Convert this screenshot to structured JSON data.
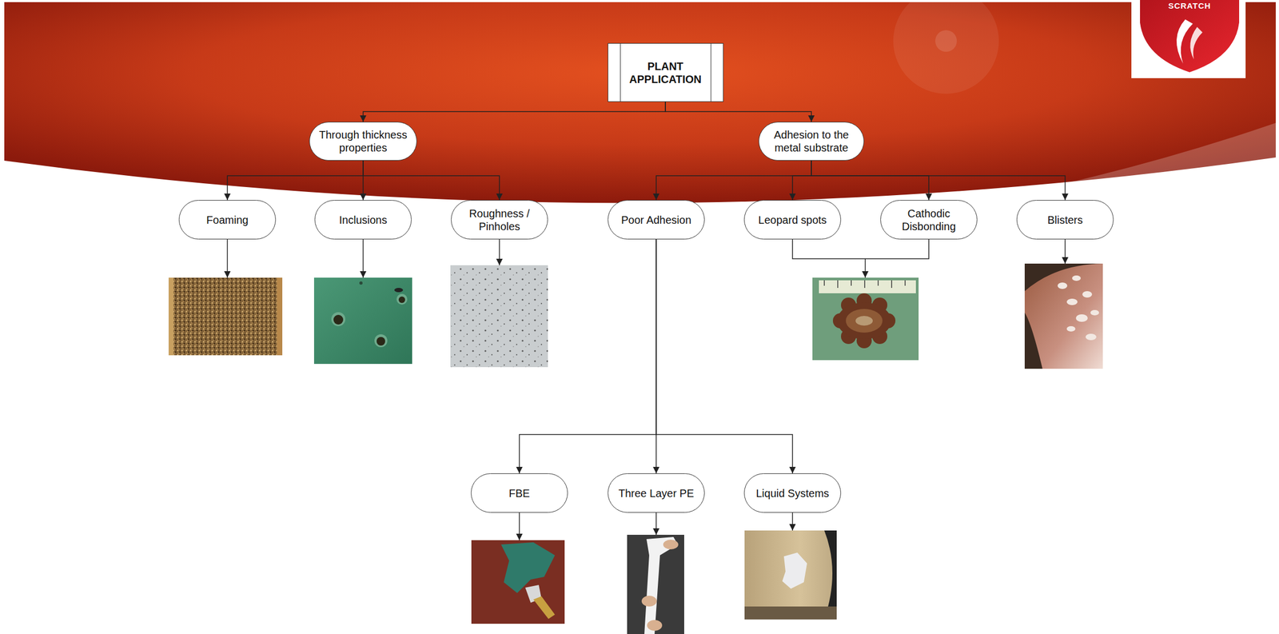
{
  "diagram": {
    "nodes": [
      {
        "text": [
          "PLANT APPLICATION"
        ]
      },
      {
        "text": [
          "Through thickness properties"
        ]
      },
      {
        "text": [
          "Adhesion to the metal substrate"
        ]
      },
      {
        "text": [
          "Foaming"
        ]
      },
      {
        "text": [
          "Inclusions"
        ]
      },
      {
        "text": [
          "Roughness / Pinholes"
        ]
      },
      {
        "text": [
          "Poor Adhesion"
        ]
      },
      {
        "text": [
          "Leopard spots"
        ]
      },
      {
        "text": [
          "Cathodic Disbonding"
        ]
      },
      {
        "text": [
          "Blisters"
        ]
      },
      {
        "text": [
          "FBE"
        ]
      },
      {
        "text": [
          "Three Layer PE"
        ]
      },
      {
        "text": [
          "Liquid Systems"
        ]
      }
    ],
    "edges": [
      {
        "from": 0,
        "to": 1,
        "arrow": "to"
      },
      {
        "from": 0,
        "to": 2,
        "arrow": "to"
      },
      {
        "from": 1,
        "to": 3,
        "arrow": "to"
      },
      {
        "from": 1,
        "to": 4,
        "arrow": "to"
      },
      {
        "from": 1,
        "to": 5,
        "arrow": "to"
      },
      {
        "from": 2,
        "to": 6,
        "arrow": "to"
      },
      {
        "from": 2,
        "to": 7,
        "arrow": "to"
      },
      {
        "from": 2,
        "to": 8,
        "arrow": "to"
      },
      {
        "from": 2,
        "to": 9,
        "arrow": "to"
      },
      {
        "from": 6,
        "to": 10,
        "arrow": "to"
      },
      {
        "from": 6,
        "to": 11,
        "arrow": "to"
      },
      {
        "from": 6,
        "to": 12,
        "arrow": "to"
      }
    ],
    "labels": [
      "SCRATCH"
    ]
  }
}
